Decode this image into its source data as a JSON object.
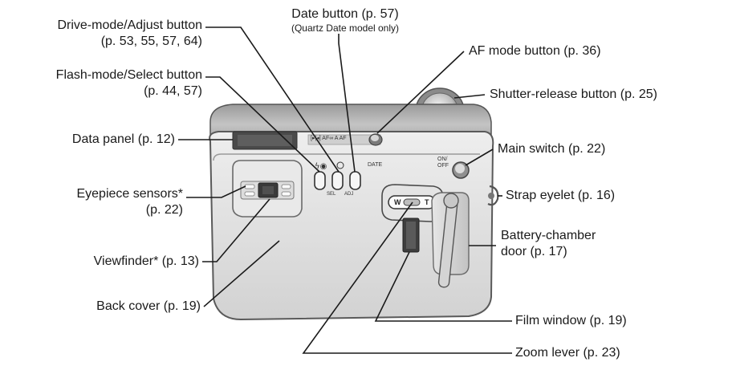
{
  "labels": {
    "drive_mode": {
      "line1": "Drive-mode/Adjust button",
      "line2": "(p. 53, 55, 57, 64)"
    },
    "flash_mode": {
      "line1": "Flash-mode/Select button",
      "line2": "(p. 44, 57)"
    },
    "data_panel": "Data panel (p. 12)",
    "eyepiece": {
      "line1": "Eyepiece sensors*",
      "line2": "(p. 22)"
    },
    "viewfinder": "Viewfinder* (p. 13)",
    "back_cover": "Back cover (p. 19)",
    "date_button": {
      "line1": "Date button (p. 57)",
      "line2": "(Quartz Date model only)"
    },
    "af_mode": "AF mode button (p. 36)",
    "shutter": "Shutter-release button (p. 25)",
    "main_switch": "Main switch (p. 22)",
    "strap": "Strap eyelet (p. 16)",
    "battery": {
      "line1": "Battery-chamber",
      "line2": "door (p. 17)"
    },
    "film_window": "Film window (p. 19)",
    "zoom": "Zoom lever (p. 23)"
  },
  "camera_markings": {
    "top_modes": "[▸|◂] AF∞ A AF",
    "date": "DATE",
    "on_off_1": "ON/",
    "on_off_2": "OFF",
    "sel": "SEL",
    "adj": "ADJ",
    "zoom_w": "W",
    "zoom_t": "T"
  },
  "colors": {
    "body_light": "#d9d9d9",
    "body_mid": "#b0b0b0",
    "body_dark": "#6a6a6a",
    "panel_dark": "#4a4a4a",
    "line": "#1a1a1a"
  }
}
